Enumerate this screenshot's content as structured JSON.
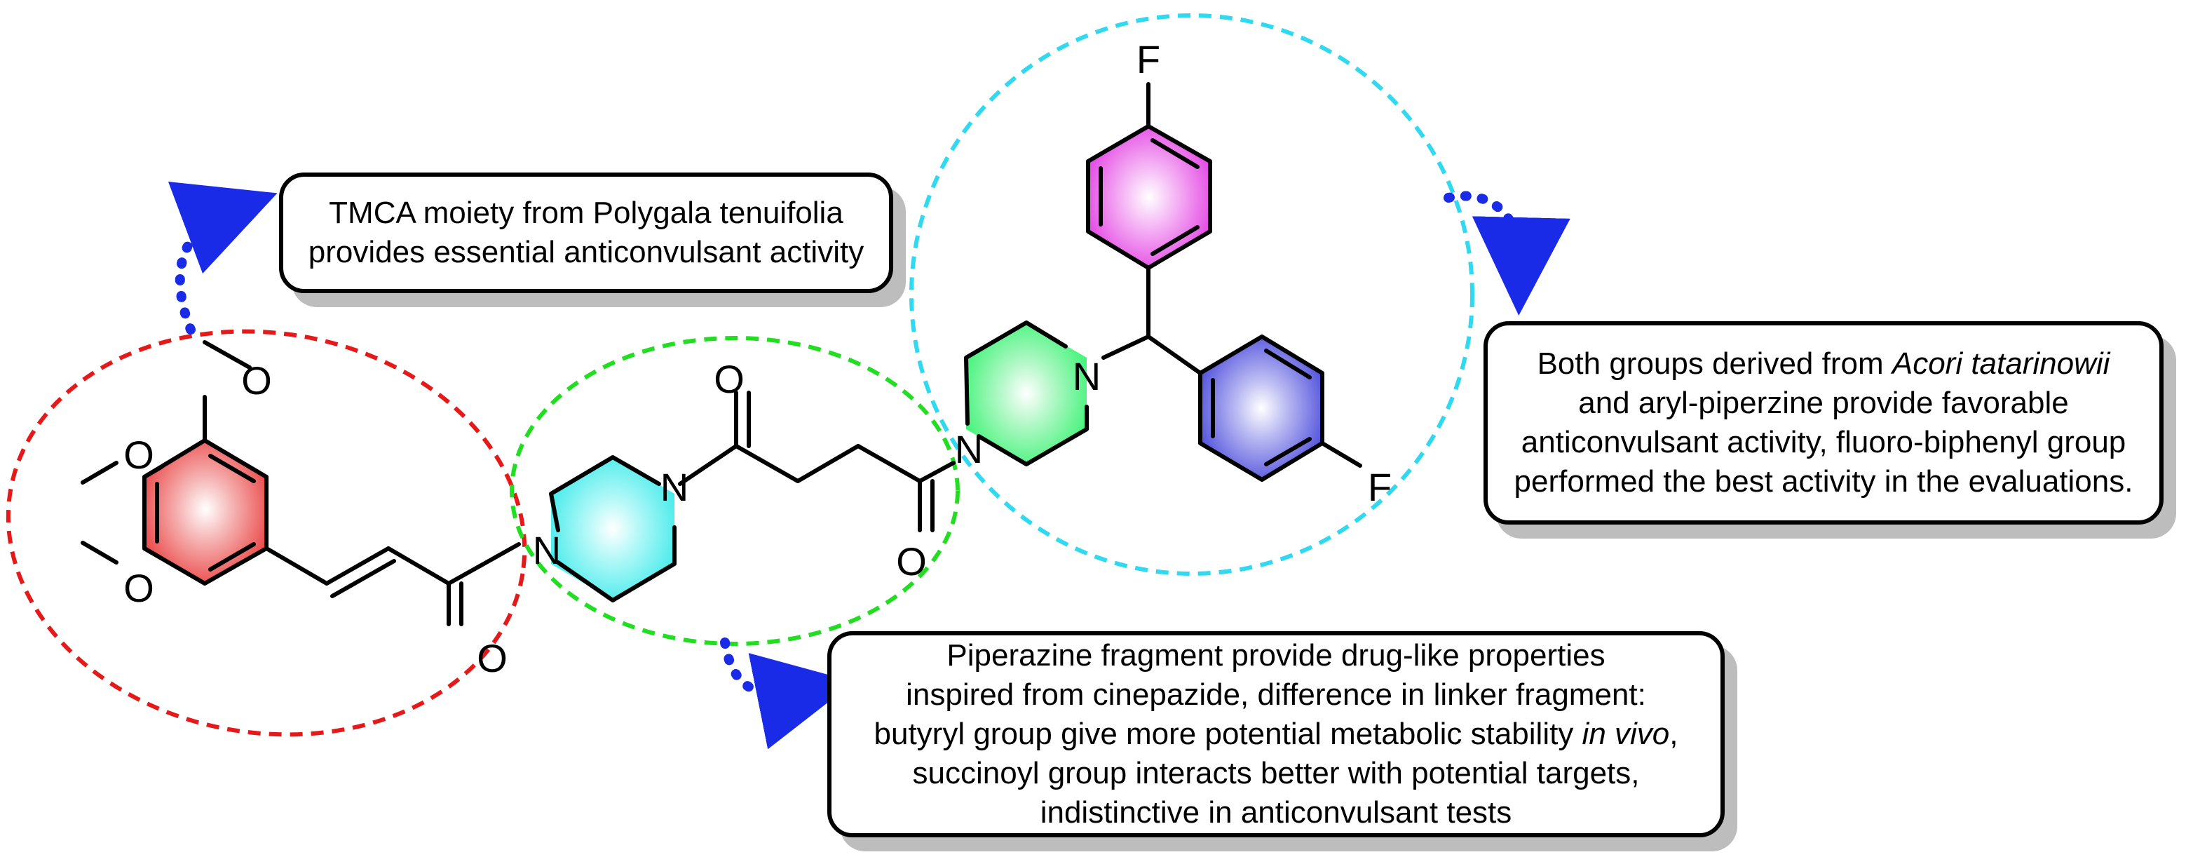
{
  "colors": {
    "trimethoxyphenyl": "#e83434",
    "piperazine": "#30e8e8",
    "linker": "#22dd22",
    "benzhydryl_top": "#e030e0",
    "benzhydryl_bottom": "#3c3cd8",
    "piperazine2": "#2ef26a",
    "arrow": "#1a2be8",
    "shadow": "#bdbdbd"
  },
  "atoms": {
    "o1": "O",
    "o2": "O",
    "o3": "O",
    "o_carbonyl1": "O",
    "n1": "N",
    "n2": "N",
    "o_carbonyl2": "O",
    "o_carbonyl3": "O",
    "n3": "N",
    "n4": "N",
    "f1": "F",
    "f2": "F"
  },
  "callouts": {
    "tmca": {
      "line1": "TMCA moiety from Polygala tenuifolia",
      "line2": "provides essential anticonvulsant activity"
    },
    "acori": {
      "line1_prefix": "Both groups derived from ",
      "line1_italic": "Acori tatarinowii",
      "line2": "and aryl-piperzine provide favorable",
      "line3": "anticonvulsant activity, fluoro-biphenyl group",
      "line4": "performed the best activity in the evaluations."
    },
    "piperazine": {
      "line1": "Piperazine fragment provide drug-like properties",
      "line2": "inspired from cinepazide, difference in linker fragment:",
      "line3_prefix": "butyryl group give more potential metabolic stability ",
      "line3_italic": "in vivo",
      "line3_suffix": ",",
      "line4": "succinoyl group interacts better with potential targets,",
      "line5": "indistinctive in anticonvulsant tests"
    }
  }
}
